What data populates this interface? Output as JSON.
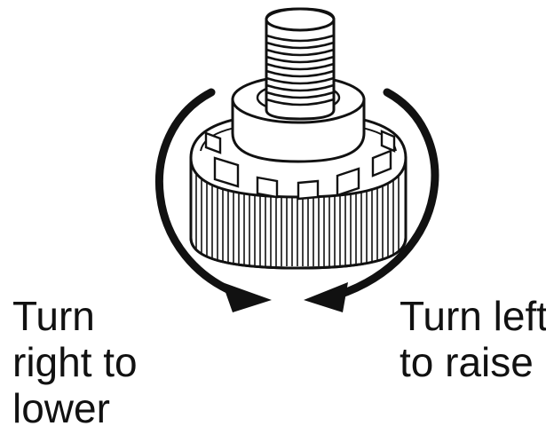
{
  "captions": {
    "left": {
      "line1": "Turn",
      "line2": "right to",
      "line3": "lower"
    },
    "right": {
      "line1": "Turn left",
      "line2": "to raise"
    }
  },
  "colors": {
    "line": "#111111",
    "fill": "#ffffff",
    "shade": "#e9e9e9",
    "background": "#ffffff"
  },
  "icons": {
    "left_arrow": "clockwise-arrow-icon",
    "right_arrow": "counterclockwise-arrow-icon"
  }
}
